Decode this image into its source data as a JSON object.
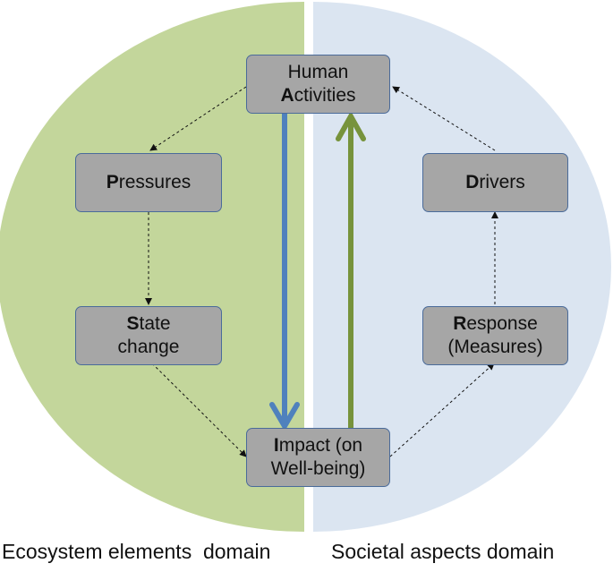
{
  "boxes": {
    "human_activities": {
      "line1": "Human",
      "line2_initial": "A",
      "line2_rest": "ctivities"
    },
    "pressures": {
      "initial": "P",
      "rest": "ressures"
    },
    "state_change": {
      "line1_initial": "S",
      "line1_rest": "tate",
      "line2": "change"
    },
    "impact": {
      "line1_initial": "I",
      "line1_rest": "mpact (on",
      "line2": "Well-being)"
    },
    "drivers": {
      "initial": "D",
      "rest": "rivers"
    },
    "response": {
      "line1_initial": "R",
      "line1_rest": "esponse",
      "line2": "(Measures)"
    }
  },
  "domains": {
    "ecosystem": {
      "label": "Ecosystem elements  domain",
      "color": "#c3d69b"
    },
    "societal": {
      "label": "Societal aspects domain",
      "color": "#dbe5f1"
    }
  },
  "colors": {
    "box_fill": "#a6a6a6",
    "box_border": "#4a6b9a",
    "impact_arrow": "#4f81bd",
    "response_arrow": "#77933c"
  }
}
